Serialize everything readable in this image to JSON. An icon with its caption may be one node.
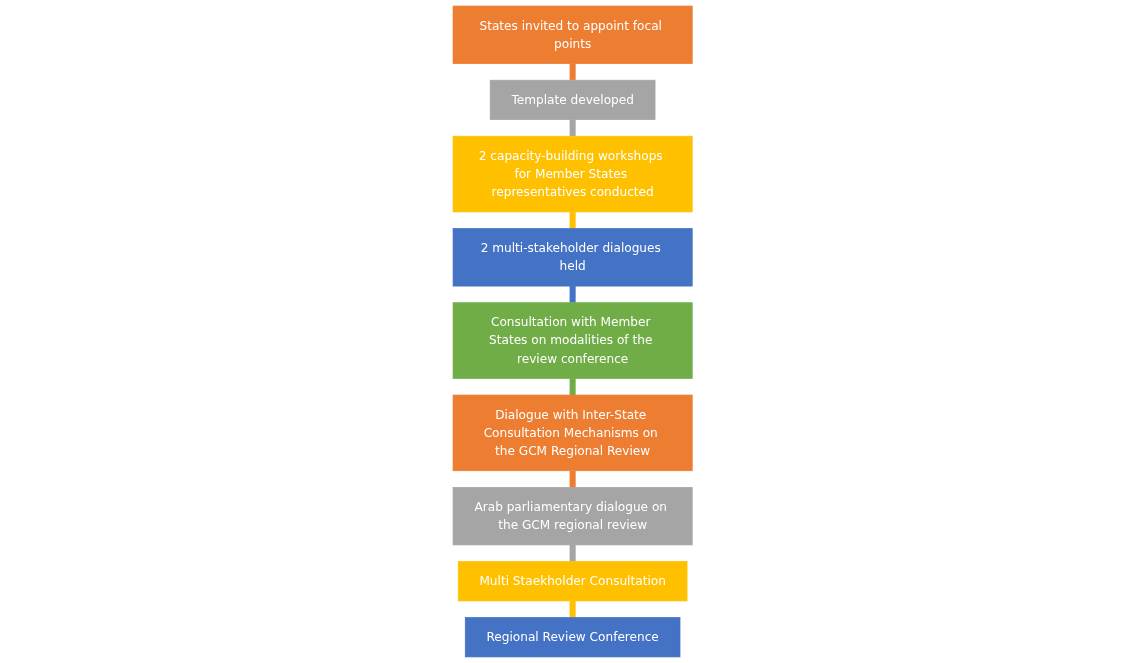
{
  "diagram": {
    "nodes": [
      {
        "text": [
          "States invited to appoint focal points"
        ]
      },
      {
        "text": [
          "Template developed"
        ]
      },
      {
        "text": [
          "2 capacity-building workshops for Member States representatives conducted"
        ]
      },
      {
        "text": [
          "2 multi-stakeholder dialogues held"
        ]
      },
      {
        "text": [
          "Consultation with Member States on modalities of the review conference"
        ]
      },
      {
        "text": [
          "Dialogue with Inter-State Consultation Mechanisms on the GCM Regional Review"
        ]
      },
      {
        "text": [
          "Arab parliamentary dialogue on the GCM regional review"
        ]
      },
      {
        "text": [
          "Multi Staekholder Consultation"
        ]
      },
      {
        "text": [
          "Regional Review Conference"
        ]
      }
    ],
    "edges": [
      {
        "from": 0,
        "to": 1,
        "arrow": "none",
        "color": "#ed7d31"
      },
      {
        "from": 1,
        "to": 2,
        "arrow": "none",
        "color": "#a5a5a5"
      },
      {
        "from": 2,
        "to": 3,
        "arrow": "none",
        "color": "#ffc000"
      },
      {
        "from": 3,
        "to": 4,
        "arrow": "none",
        "color": "#4472c4"
      },
      {
        "from": 4,
        "to": 5,
        "arrow": "none",
        "color": "#70ad47"
      },
      {
        "from": 5,
        "to": 6,
        "arrow": "none",
        "color": "#ed7d31"
      },
      {
        "from": 6,
        "to": 7,
        "arrow": "none",
        "color": "#a5a5a5"
      },
      {
        "from": 7,
        "to": 8,
        "arrow": "none",
        "color": "#ffc000"
      }
    ]
  }
}
